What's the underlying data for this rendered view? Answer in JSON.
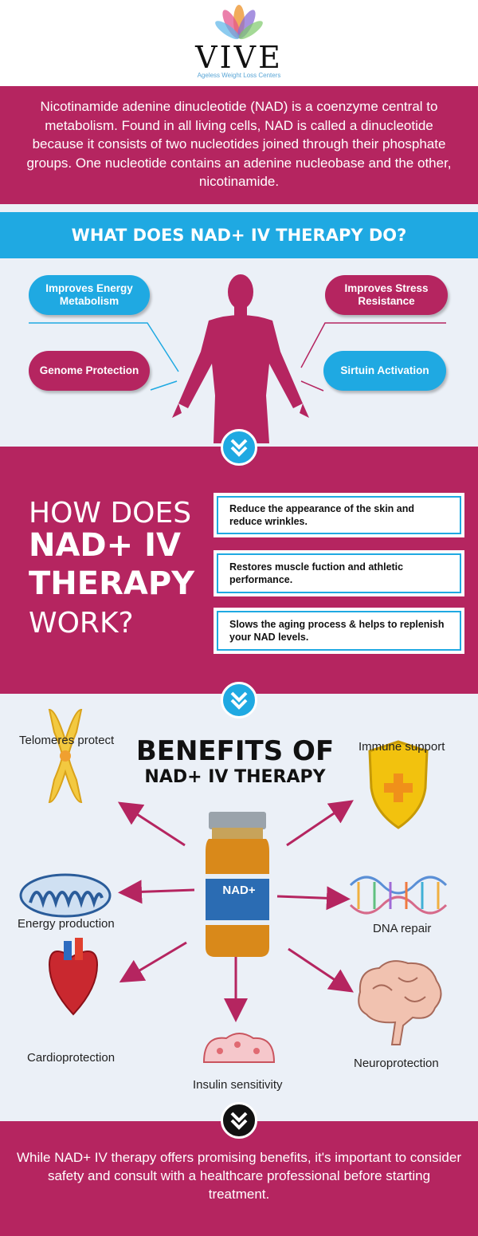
{
  "header": {
    "logo_text": "VIVE",
    "logo_tagline": "Ageless Weight Loss Centers"
  },
  "intro": {
    "text": "Nicotinamide adenine dinucleotide (NAD) is a coenzyme central to metabolism. Found in all living cells, NAD is called a dinucleotide because it consists of two nucleotides joined through their phosphate groups. One nucleotide contains an adenine nucleobase and the other, nicotinamide."
  },
  "what": {
    "title": "WHAT DOES NAD+ IV THERAPY DO?",
    "items": [
      {
        "label": "Improves Energy Metabolism"
      },
      {
        "label": "Genome Protection"
      },
      {
        "label": "Improves Stress Resistance"
      },
      {
        "label": "Sirtuin Activation"
      }
    ]
  },
  "how": {
    "title_line1": "HOW DOES",
    "title_line2": "NAD+ IV",
    "title_line3": "THERAPY",
    "title_line4": "WORK?",
    "cards": [
      {
        "text": "Reduce the appearance of the skin and reduce wrinkles."
      },
      {
        "text": "Restores muscle fuction and athletic performance."
      },
      {
        "text": "Slows the aging process & helps to replenish your NAD levels."
      }
    ]
  },
  "benefits": {
    "title_line1": "BENEFITS OF",
    "title_line2": "NAD+ IV THERAPY",
    "bottle_label": "NAD+",
    "items": [
      {
        "label": "Telomeres protect",
        "icon": "chromosome-icon"
      },
      {
        "label": "Immune support",
        "icon": "shield-icon"
      },
      {
        "label": "Energy production",
        "icon": "mitochondria-icon"
      },
      {
        "label": "DNA repair",
        "icon": "dna-icon"
      },
      {
        "label": "Cardioprotection",
        "icon": "heart-icon"
      },
      {
        "label": "Neuroprotection",
        "icon": "brain-icon"
      },
      {
        "label": "Insulin sensitivity",
        "icon": "pancreas-icon"
      }
    ]
  },
  "footer": {
    "text": "While NAD+ IV therapy offers promising benefits, it's important to consider safety and consult with a healthcare professional before starting treatment."
  },
  "colors": {
    "magenta": "#b52560",
    "blue": "#1fa9e2",
    "light_bg": "#ebf0f7",
    "arrow": "#b52560"
  }
}
